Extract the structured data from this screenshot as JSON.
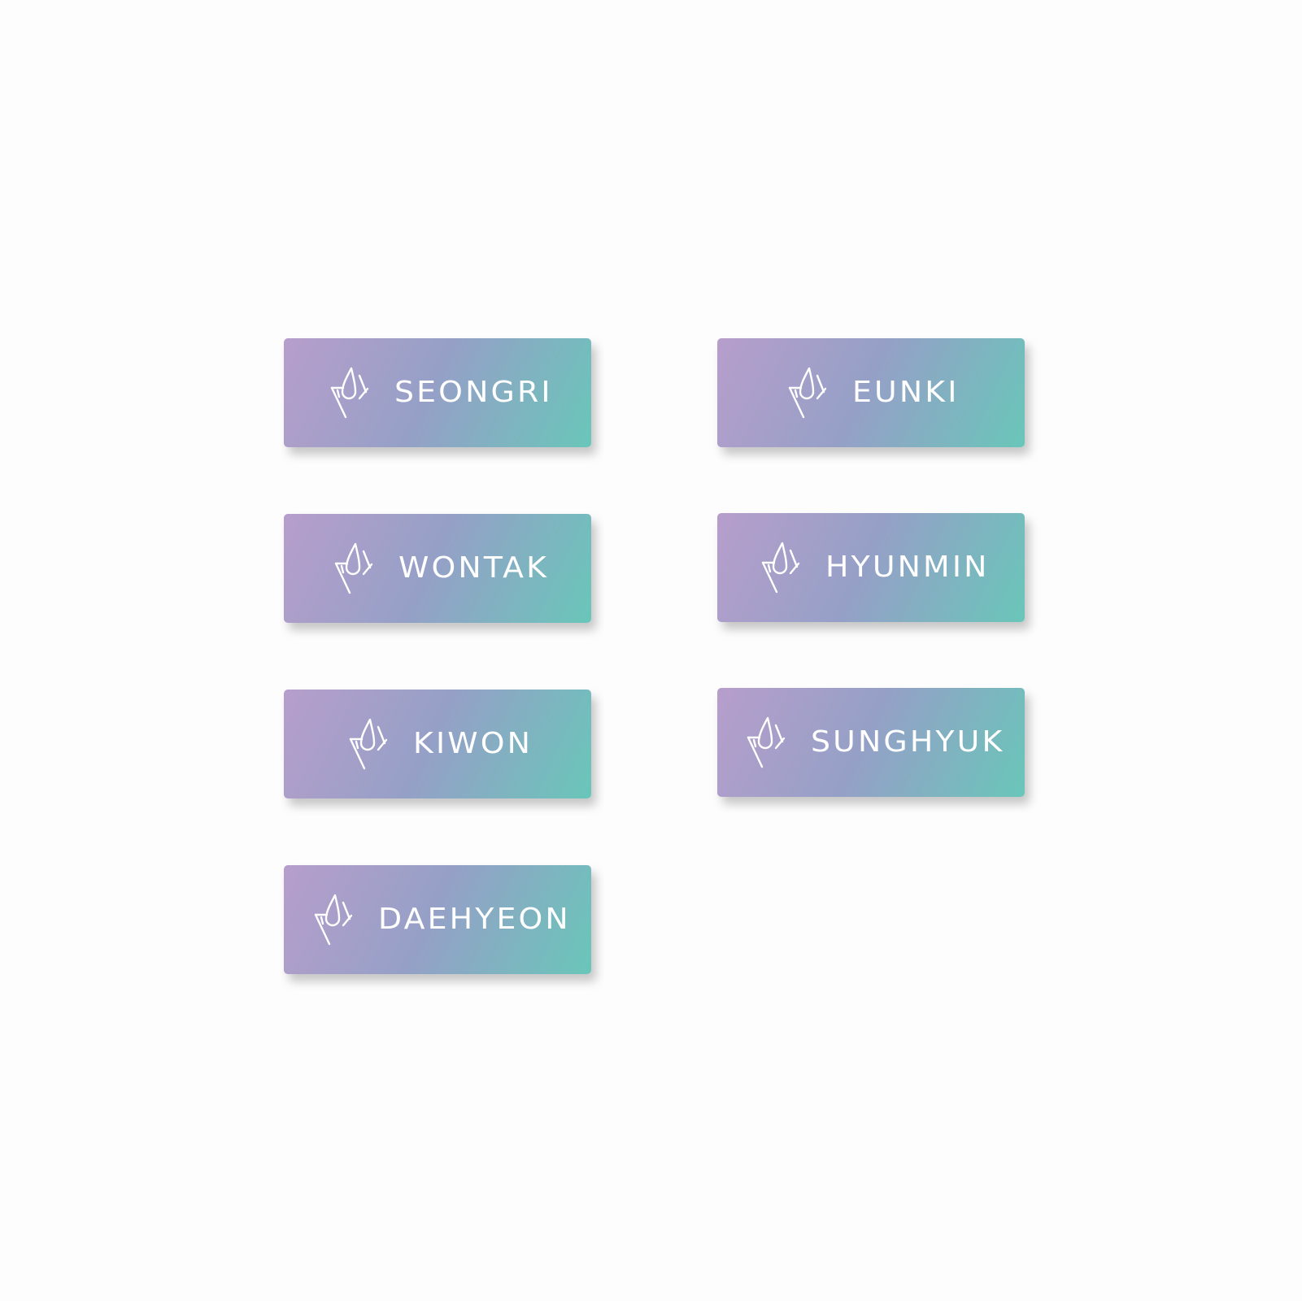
{
  "gradient": {
    "start": "#b79ecb",
    "middle": "#95a0c7",
    "end": "#69c6b9"
  },
  "tags": [
    {
      "name": "SEONGRI",
      "icon": "teardrop-v-logo-icon"
    },
    {
      "name": "EUNKI",
      "icon": "teardrop-v-logo-icon"
    },
    {
      "name": "WONTAK",
      "icon": "teardrop-v-logo-icon"
    },
    {
      "name": "HYUNMIN",
      "icon": "teardrop-v-logo-icon"
    },
    {
      "name": "KIWON",
      "icon": "teardrop-v-logo-icon"
    },
    {
      "name": "SUNGHYUK",
      "icon": "teardrop-v-logo-icon"
    },
    {
      "name": "DAEHYEON",
      "icon": "teardrop-v-logo-icon"
    }
  ]
}
